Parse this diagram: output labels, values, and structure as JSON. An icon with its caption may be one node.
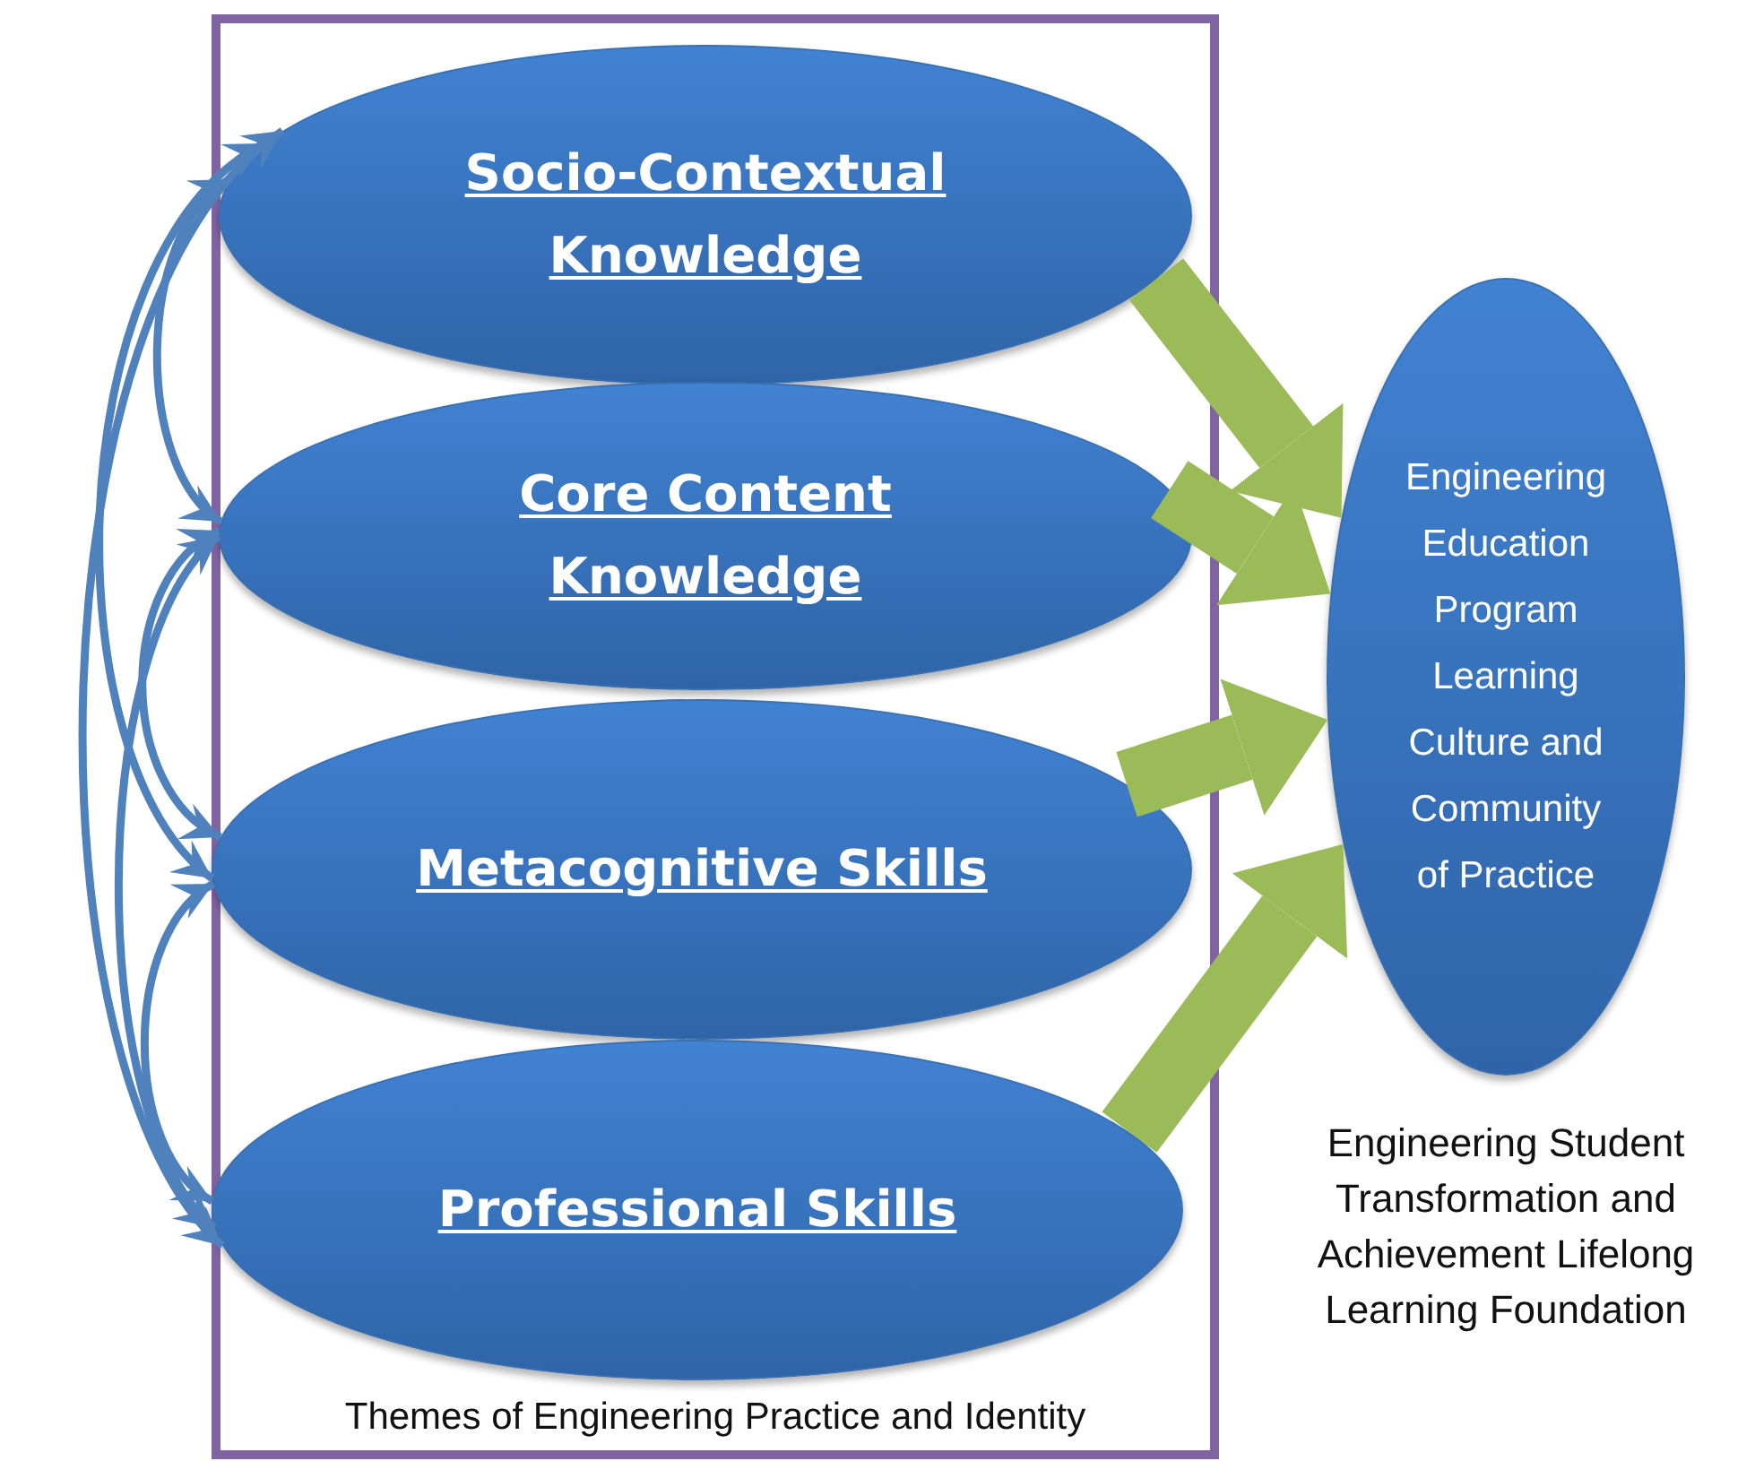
{
  "diagram": {
    "nodes": [
      {
        "text": [
          "Themes of Engineering Practice and Identity"
        ]
      },
      {
        "text": [
          "Socio-Contextual Knowledge"
        ],
        "in": 0
      },
      {
        "text": [
          "Core Content Knowledge"
        ],
        "in": 0
      },
      {
        "text": [
          "Metacognitive Skills"
        ],
        "in": 0
      },
      {
        "text": [
          "Professional Skills"
        ],
        "in": 0
      },
      {
        "text": [
          "Engineering Education Program Learning Culture and Community of Practice"
        ],
        "beside": [
          "Engineering Student Transformation and Achievement Lifelong Learning Foundation"
        ]
      }
    ],
    "edges": [
      {
        "from": 1,
        "to": 4,
        "arrow": "both"
      },
      {
        "from": 1,
        "to": 3,
        "arrow": "both"
      },
      {
        "from": 2,
        "to": 4,
        "arrow": "both"
      },
      {
        "from": 1,
        "to": 2,
        "arrow": "both"
      },
      {
        "from": 2,
        "to": 3,
        "arrow": "both"
      },
      {
        "from": 3,
        "to": 4,
        "arrow": "both"
      },
      {
        "from": 1,
        "to": 5,
        "arrow": "to",
        "style": "thick",
        "color": "#9bbb59"
      },
      {
        "from": 2,
        "to": 5,
        "arrow": "to",
        "style": "thick",
        "color": "#9bbb59"
      },
      {
        "from": 3,
        "to": 5,
        "arrow": "to",
        "style": "thick",
        "color": "#9bbb59"
      },
      {
        "from": 4,
        "to": 5,
        "arrow": "to",
        "style": "thick",
        "color": "#9bbb59"
      }
    ]
  }
}
